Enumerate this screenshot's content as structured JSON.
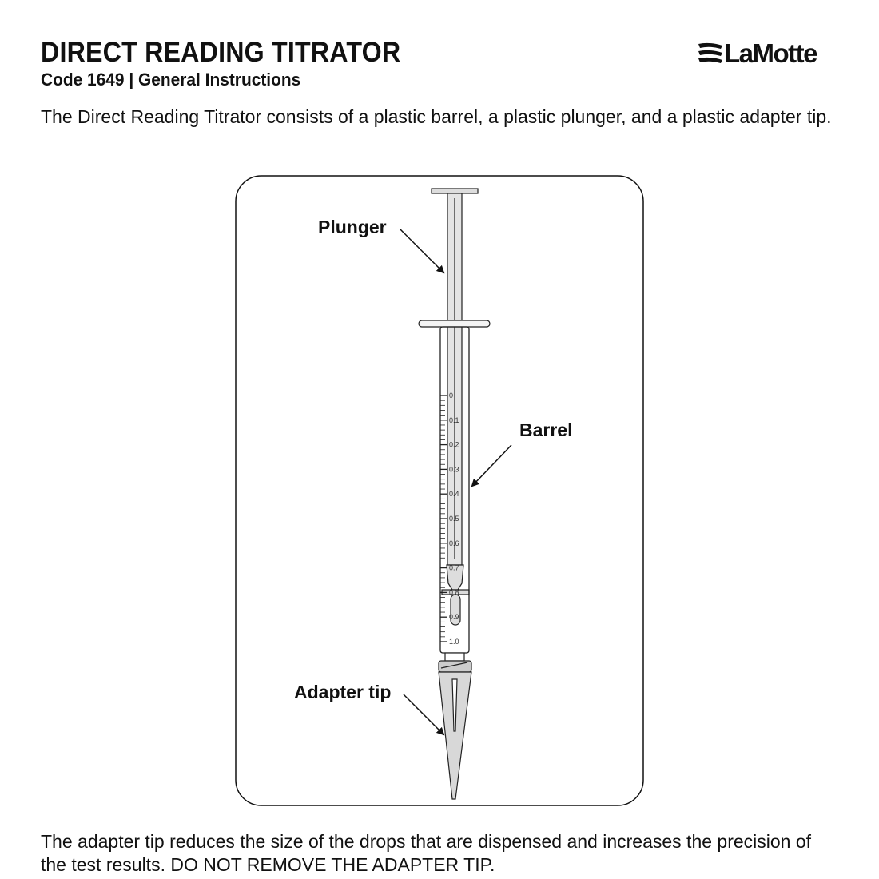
{
  "header": {
    "title": "DIRECT READING TITRATOR",
    "subtitle": "Code 1649  |  General Instructions",
    "logo_text": "LaMotte"
  },
  "intro": "The Direct Reading Titrator consists of a plastic barrel, a plastic plunger, and a plastic adapter tip.",
  "diagram": {
    "labels": {
      "plunger": "Plunger",
      "barrel": "Barrel",
      "adapter_tip": "Adapter tip"
    },
    "scale_labels": [
      "0",
      "0.1",
      "0.2",
      "0.3",
      "0.4",
      "0.5",
      "0.6",
      "0.7",
      "0.8",
      "0.9",
      "1.0"
    ]
  },
  "footer_text": "The adapter tip reduces the size of the drops that are dispensed and increases the precision of the test results. DO NOT REMOVE THE ADAPTER TIP."
}
